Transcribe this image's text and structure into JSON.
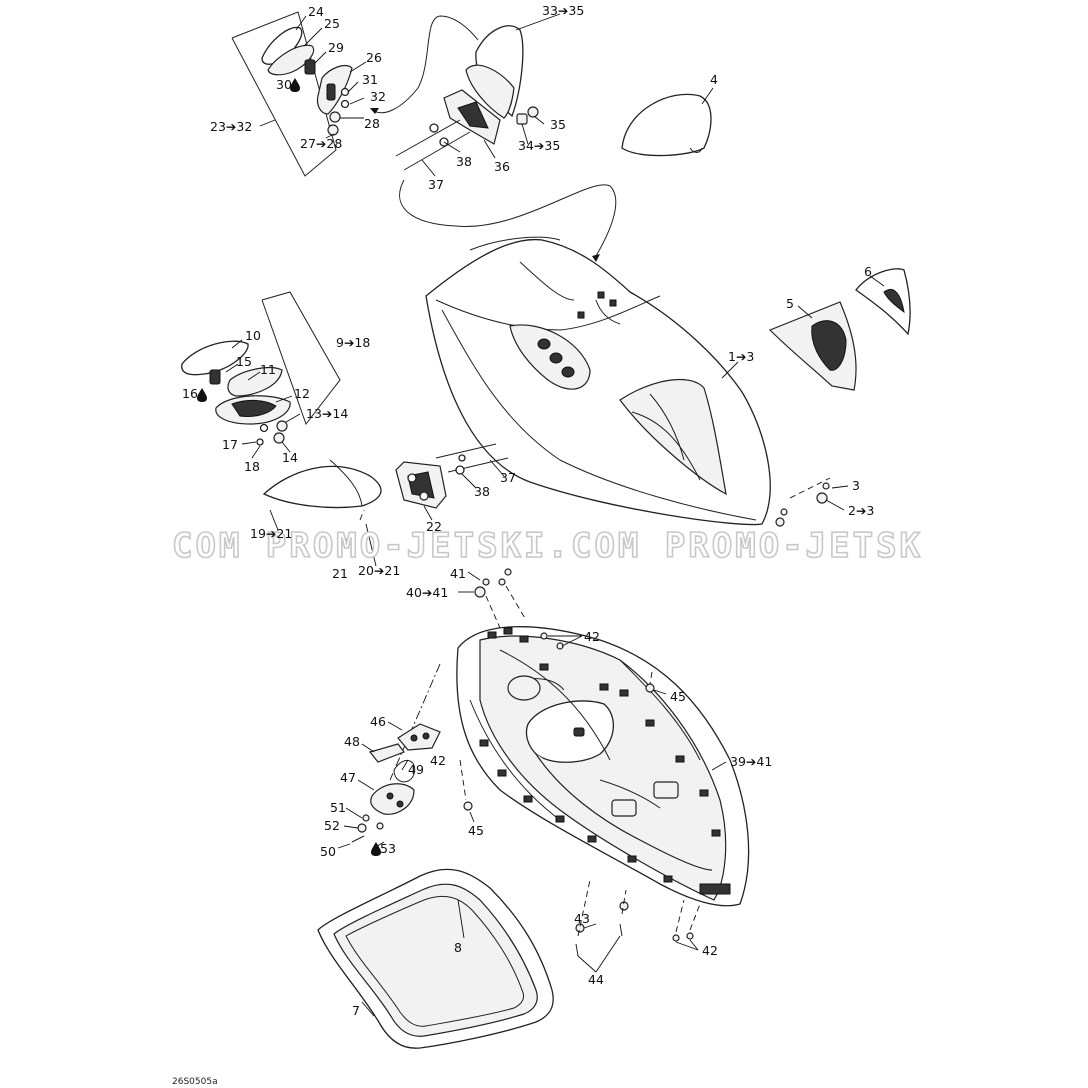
{
  "watermark": "COM  PROMO-JETSKI.COM  PROMO-JETSK",
  "drawing_ref": "26S0505a",
  "callouts": [
    {
      "id": "c24",
      "text": "24"
    },
    {
      "id": "c25",
      "text": "25"
    },
    {
      "id": "c29",
      "text": "29"
    },
    {
      "id": "c26",
      "text": "26"
    },
    {
      "id": "c30",
      "text": "30"
    },
    {
      "id": "c31",
      "text": "31"
    },
    {
      "id": "c32",
      "text": "32"
    },
    {
      "id": "c28",
      "text": "28"
    },
    {
      "id": "c23-32",
      "text": "23➔32"
    },
    {
      "id": "c27-28",
      "text": "27➔28"
    },
    {
      "id": "c33-35",
      "text": "33➔35"
    },
    {
      "id": "c4",
      "text": "4"
    },
    {
      "id": "c35",
      "text": "35"
    },
    {
      "id": "c34-35",
      "text": "34➔35"
    },
    {
      "id": "c38a",
      "text": "38"
    },
    {
      "id": "c36",
      "text": "36"
    },
    {
      "id": "c37a",
      "text": "37"
    },
    {
      "id": "c6",
      "text": "6"
    },
    {
      "id": "c5",
      "text": "5"
    },
    {
      "id": "c1-3",
      "text": "1➔3"
    },
    {
      "id": "c10",
      "text": "10"
    },
    {
      "id": "c9-18",
      "text": "9➔18"
    },
    {
      "id": "c15",
      "text": "15"
    },
    {
      "id": "c11",
      "text": "11"
    },
    {
      "id": "c16",
      "text": "16"
    },
    {
      "id": "c12",
      "text": "12"
    },
    {
      "id": "c13-14",
      "text": "13➔14"
    },
    {
      "id": "c17",
      "text": "17"
    },
    {
      "id": "c14",
      "text": "14"
    },
    {
      "id": "c18",
      "text": "18"
    },
    {
      "id": "c37b",
      "text": "37"
    },
    {
      "id": "c38b",
      "text": "38"
    },
    {
      "id": "c3",
      "text": "3"
    },
    {
      "id": "c2-3",
      "text": "2➔3"
    },
    {
      "id": "c22",
      "text": "22"
    },
    {
      "id": "c19-21",
      "text": "19➔21"
    },
    {
      "id": "c21",
      "text": "21"
    },
    {
      "id": "c20-21",
      "text": "20➔21"
    },
    {
      "id": "c41",
      "text": "41"
    },
    {
      "id": "c40-41",
      "text": "40➔41"
    },
    {
      "id": "c42a",
      "text": "42"
    },
    {
      "id": "c45a",
      "text": "45"
    },
    {
      "id": "c46",
      "text": "46"
    },
    {
      "id": "c48",
      "text": "48"
    },
    {
      "id": "c39-41",
      "text": "39➔41"
    },
    {
      "id": "c42b",
      "text": "42"
    },
    {
      "id": "c49",
      "text": "49"
    },
    {
      "id": "c47",
      "text": "47"
    },
    {
      "id": "c45b",
      "text": "45"
    },
    {
      "id": "c51",
      "text": "51"
    },
    {
      "id": "c52",
      "text": "52"
    },
    {
      "id": "c50",
      "text": "50"
    },
    {
      "id": "c53",
      "text": "53"
    },
    {
      "id": "c43",
      "text": "43"
    },
    {
      "id": "c42c",
      "text": "42"
    },
    {
      "id": "c8",
      "text": "8"
    },
    {
      "id": "c44",
      "text": "44"
    },
    {
      "id": "c7",
      "text": "7"
    }
  ],
  "icons": {
    "sealant": "drop-icon"
  }
}
